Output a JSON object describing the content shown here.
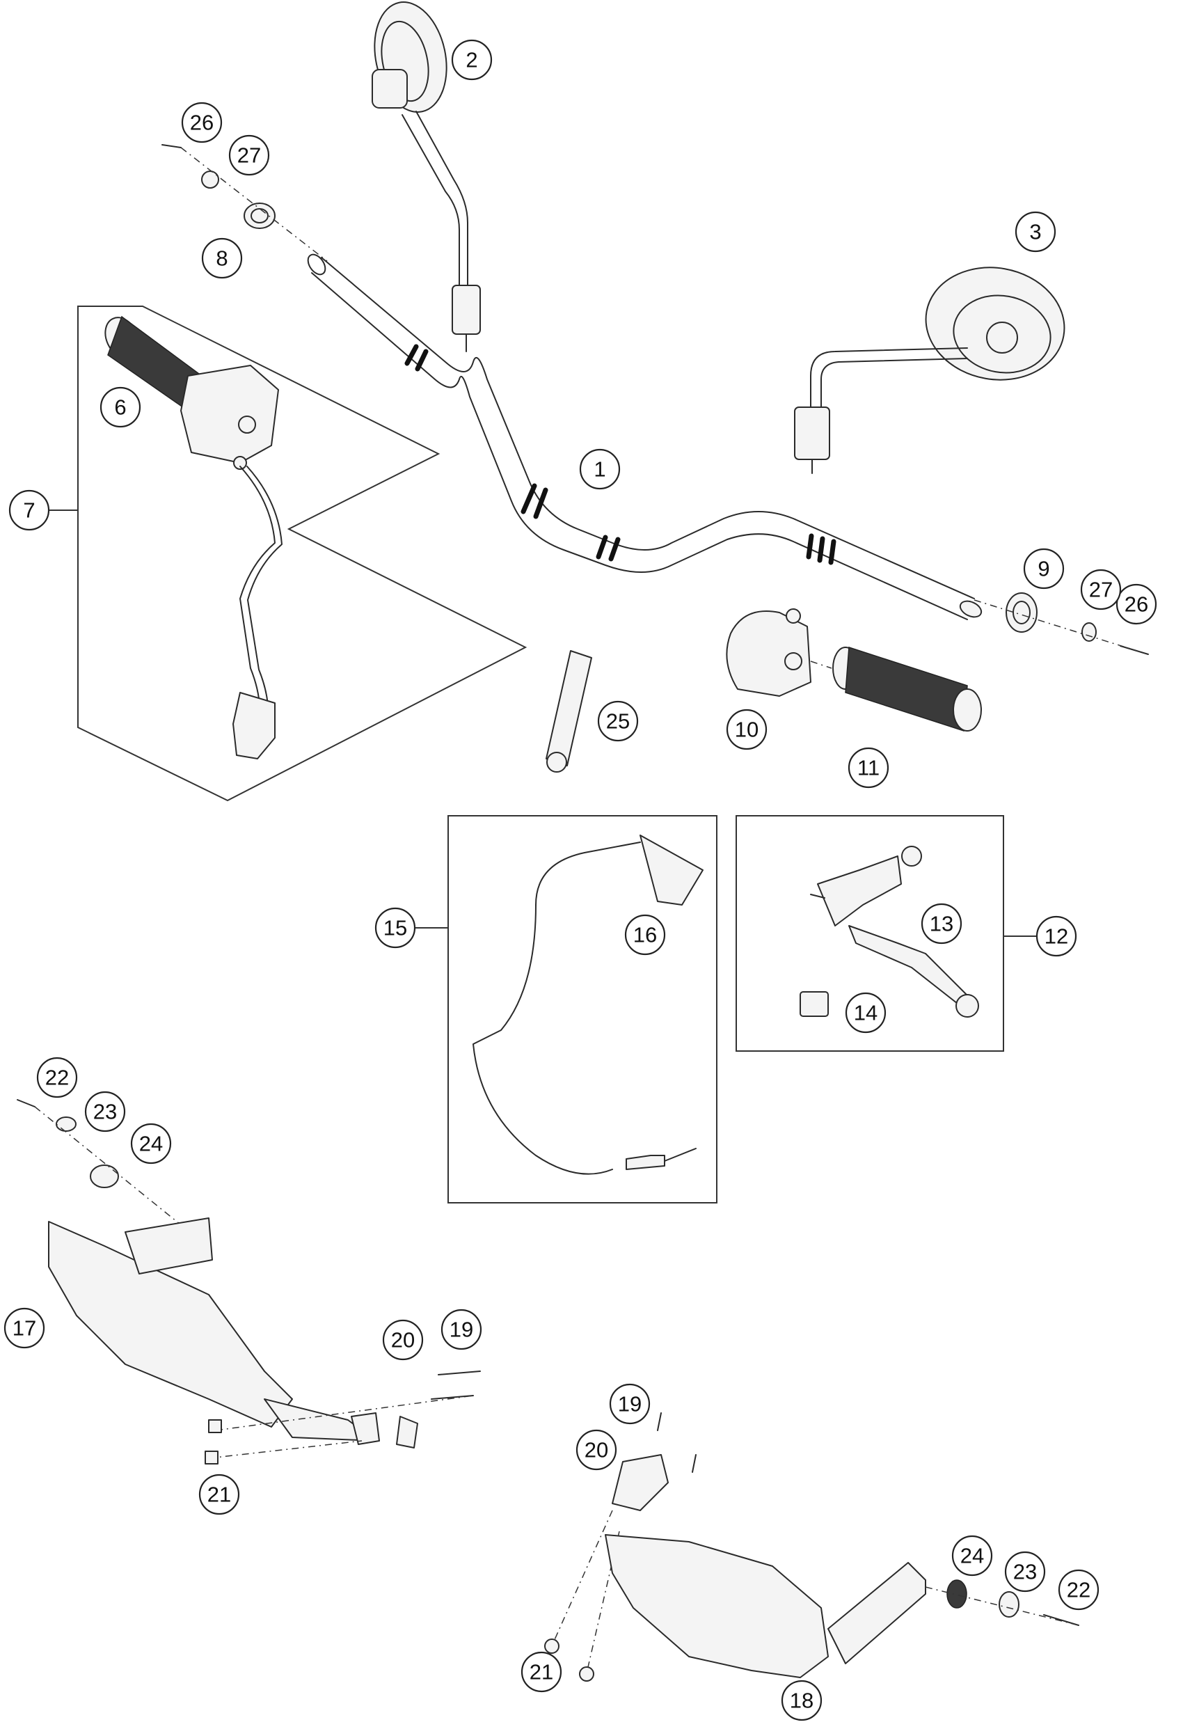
{
  "diagram": {
    "callouts": [
      {
        "id": "c1",
        "label": "1"
      },
      {
        "id": "c2",
        "label": "2"
      },
      {
        "id": "c3",
        "label": "3"
      },
      {
        "id": "c6",
        "label": "6"
      },
      {
        "id": "c7",
        "label": "7"
      },
      {
        "id": "c8",
        "label": "8"
      },
      {
        "id": "c9",
        "label": "9"
      },
      {
        "id": "c10",
        "label": "10"
      },
      {
        "id": "c11",
        "label": "11"
      },
      {
        "id": "c12",
        "label": "12"
      },
      {
        "id": "c13",
        "label": "13"
      },
      {
        "id": "c14",
        "label": "14"
      },
      {
        "id": "c15",
        "label": "15"
      },
      {
        "id": "c16",
        "label": "16"
      },
      {
        "id": "c17",
        "label": "17"
      },
      {
        "id": "c18",
        "label": "18"
      },
      {
        "id": "c19a",
        "label": "19"
      },
      {
        "id": "c19b",
        "label": "19"
      },
      {
        "id": "c20a",
        "label": "20"
      },
      {
        "id": "c20b",
        "label": "20"
      },
      {
        "id": "c21a",
        "label": "21"
      },
      {
        "id": "c21b",
        "label": "21"
      },
      {
        "id": "c22a",
        "label": "22"
      },
      {
        "id": "c22b",
        "label": "22"
      },
      {
        "id": "c23a",
        "label": "23"
      },
      {
        "id": "c23b",
        "label": "23"
      },
      {
        "id": "c24a",
        "label": "24"
      },
      {
        "id": "c24b",
        "label": "24"
      },
      {
        "id": "c25",
        "label": "25"
      },
      {
        "id": "c26a",
        "label": "26"
      },
      {
        "id": "c26b",
        "label": "26"
      },
      {
        "id": "c27a",
        "label": "27"
      },
      {
        "id": "c27b",
        "label": "27"
      }
    ]
  }
}
